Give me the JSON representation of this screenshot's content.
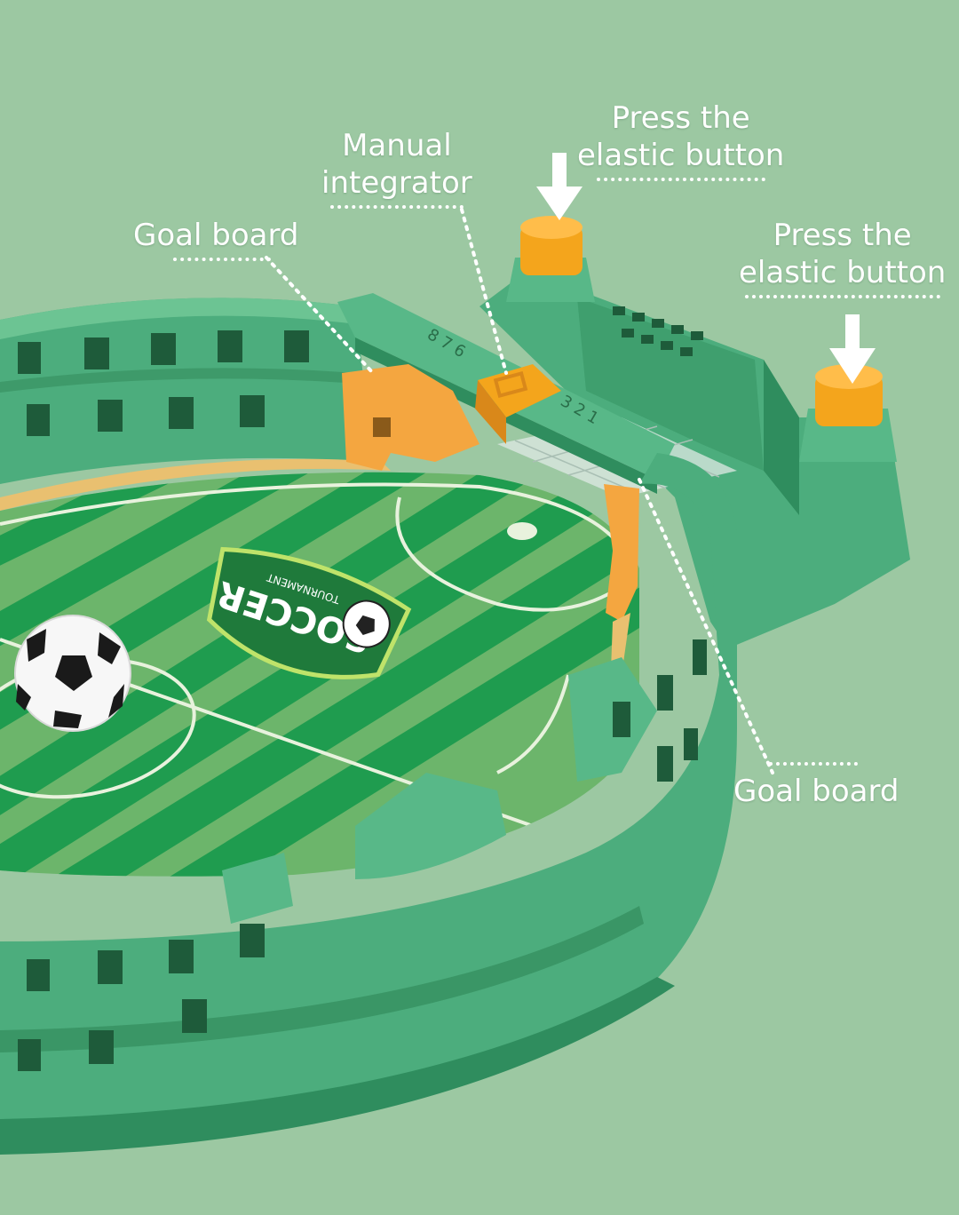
{
  "colors": {
    "background": "#9cc8a2",
    "stadium_wall": "#4cad7d",
    "stadium_wall_dark": "#2f8d5e",
    "pitch_dark_stripe": "#1f9c4f",
    "pitch_light_stripe": "#6cb56b",
    "pitch_line": "#e8f2dd",
    "button_orange": "#f4a51c",
    "player_orange": "#f4a640",
    "label_text": "#ffffff"
  },
  "labels": {
    "goal_board_left": "Goal board",
    "manual_integrator_line1": "Manual",
    "manual_integrator_line2": "integrator",
    "press_button_top_line1": "Press the",
    "press_button_top_line2": "elastic button",
    "press_button_right_line1": "Press the",
    "press_button_right_line2": "elastic button",
    "goal_board_right": "Goal board"
  },
  "logo": {
    "brand": "SOCCER",
    "sub": "TOURNAMENT"
  },
  "score_rail": {
    "left_digits": "8 7 6",
    "right_digits": "3 2 1"
  },
  "icons": [
    "down-arrow-icon",
    "soccer-ball-icon"
  ]
}
